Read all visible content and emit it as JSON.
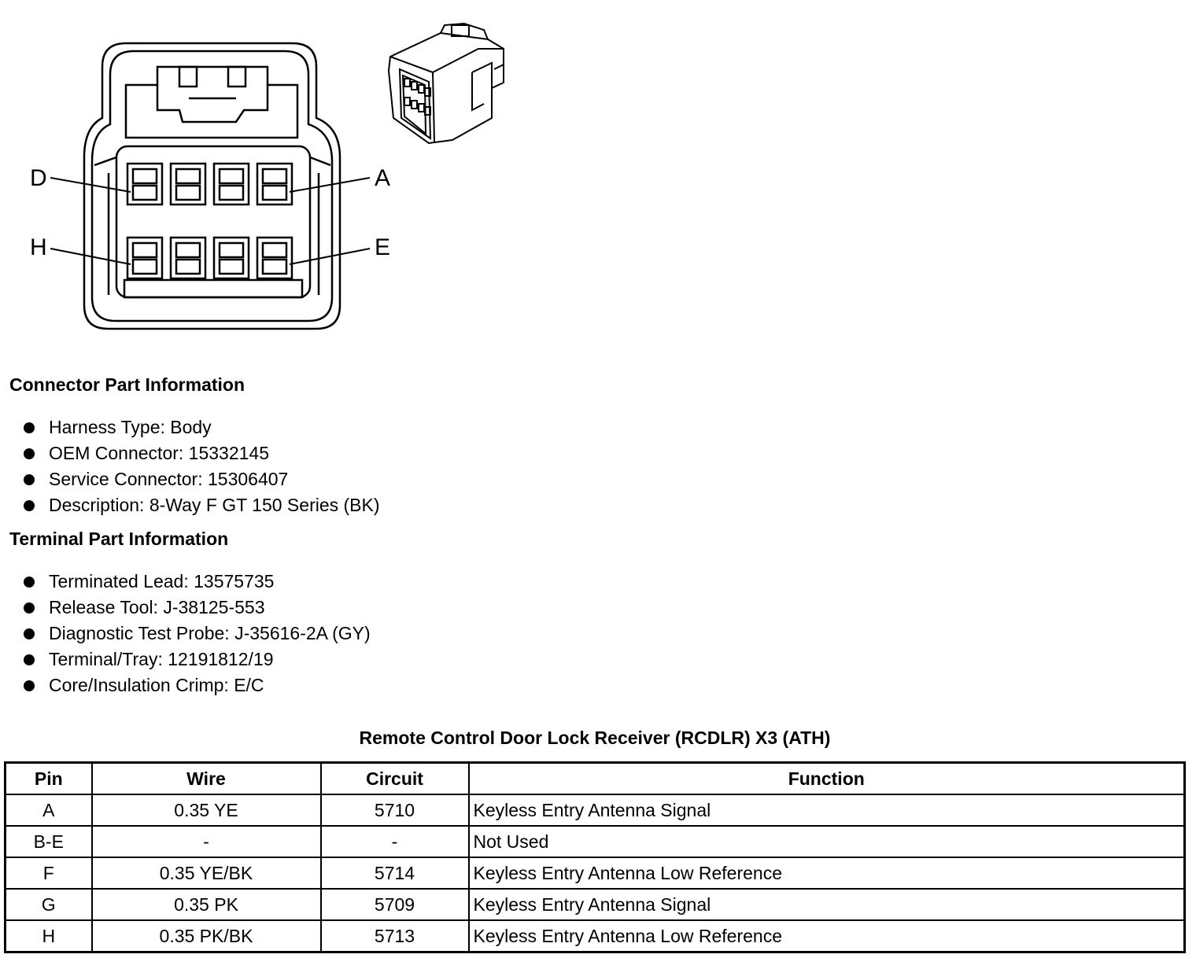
{
  "diagram": {
    "pin_labels": {
      "top_left": "D",
      "top_right": "A",
      "bottom_left": "H",
      "bottom_right": "E"
    }
  },
  "connector_part_information": {
    "title": "Connector Part Information",
    "items": [
      "Harness Type: Body",
      "OEM Connector: 15332145",
      "Service Connector: 15306407",
      "Description: 8-Way F GT 150 Series (BK)"
    ]
  },
  "terminal_part_information": {
    "title": "Terminal Part Information",
    "items": [
      "Terminated Lead: 13575735",
      "Release Tool: J-38125-553",
      "Diagnostic Test Probe: J-35616-2A (GY)",
      "Terminal/Tray: 12191812/19",
      "Core/Insulation Crimp: E/C"
    ]
  },
  "table": {
    "caption": "Remote Control Door Lock Receiver (RCDLR) X3 (ATH)",
    "headers": {
      "pin": "Pin",
      "wire": "Wire",
      "circuit": "Circuit",
      "function": "Function"
    },
    "rows": [
      {
        "pin": "A",
        "wire": "0.35 YE",
        "circuit": "5710",
        "function": "Keyless Entry Antenna Signal"
      },
      {
        "pin": "B-E",
        "wire": "-",
        "circuit": "-",
        "function": "Not Used"
      },
      {
        "pin": "F",
        "wire": "0.35 YE/BK",
        "circuit": "5714",
        "function": "Keyless Entry Antenna Low Reference"
      },
      {
        "pin": "G",
        "wire": "0.35 PK",
        "circuit": "5709",
        "function": "Keyless Entry Antenna Signal"
      },
      {
        "pin": "H",
        "wire": "0.35 PK/BK",
        "circuit": "5713",
        "function": "Keyless Entry Antenna Low Reference"
      }
    ]
  }
}
